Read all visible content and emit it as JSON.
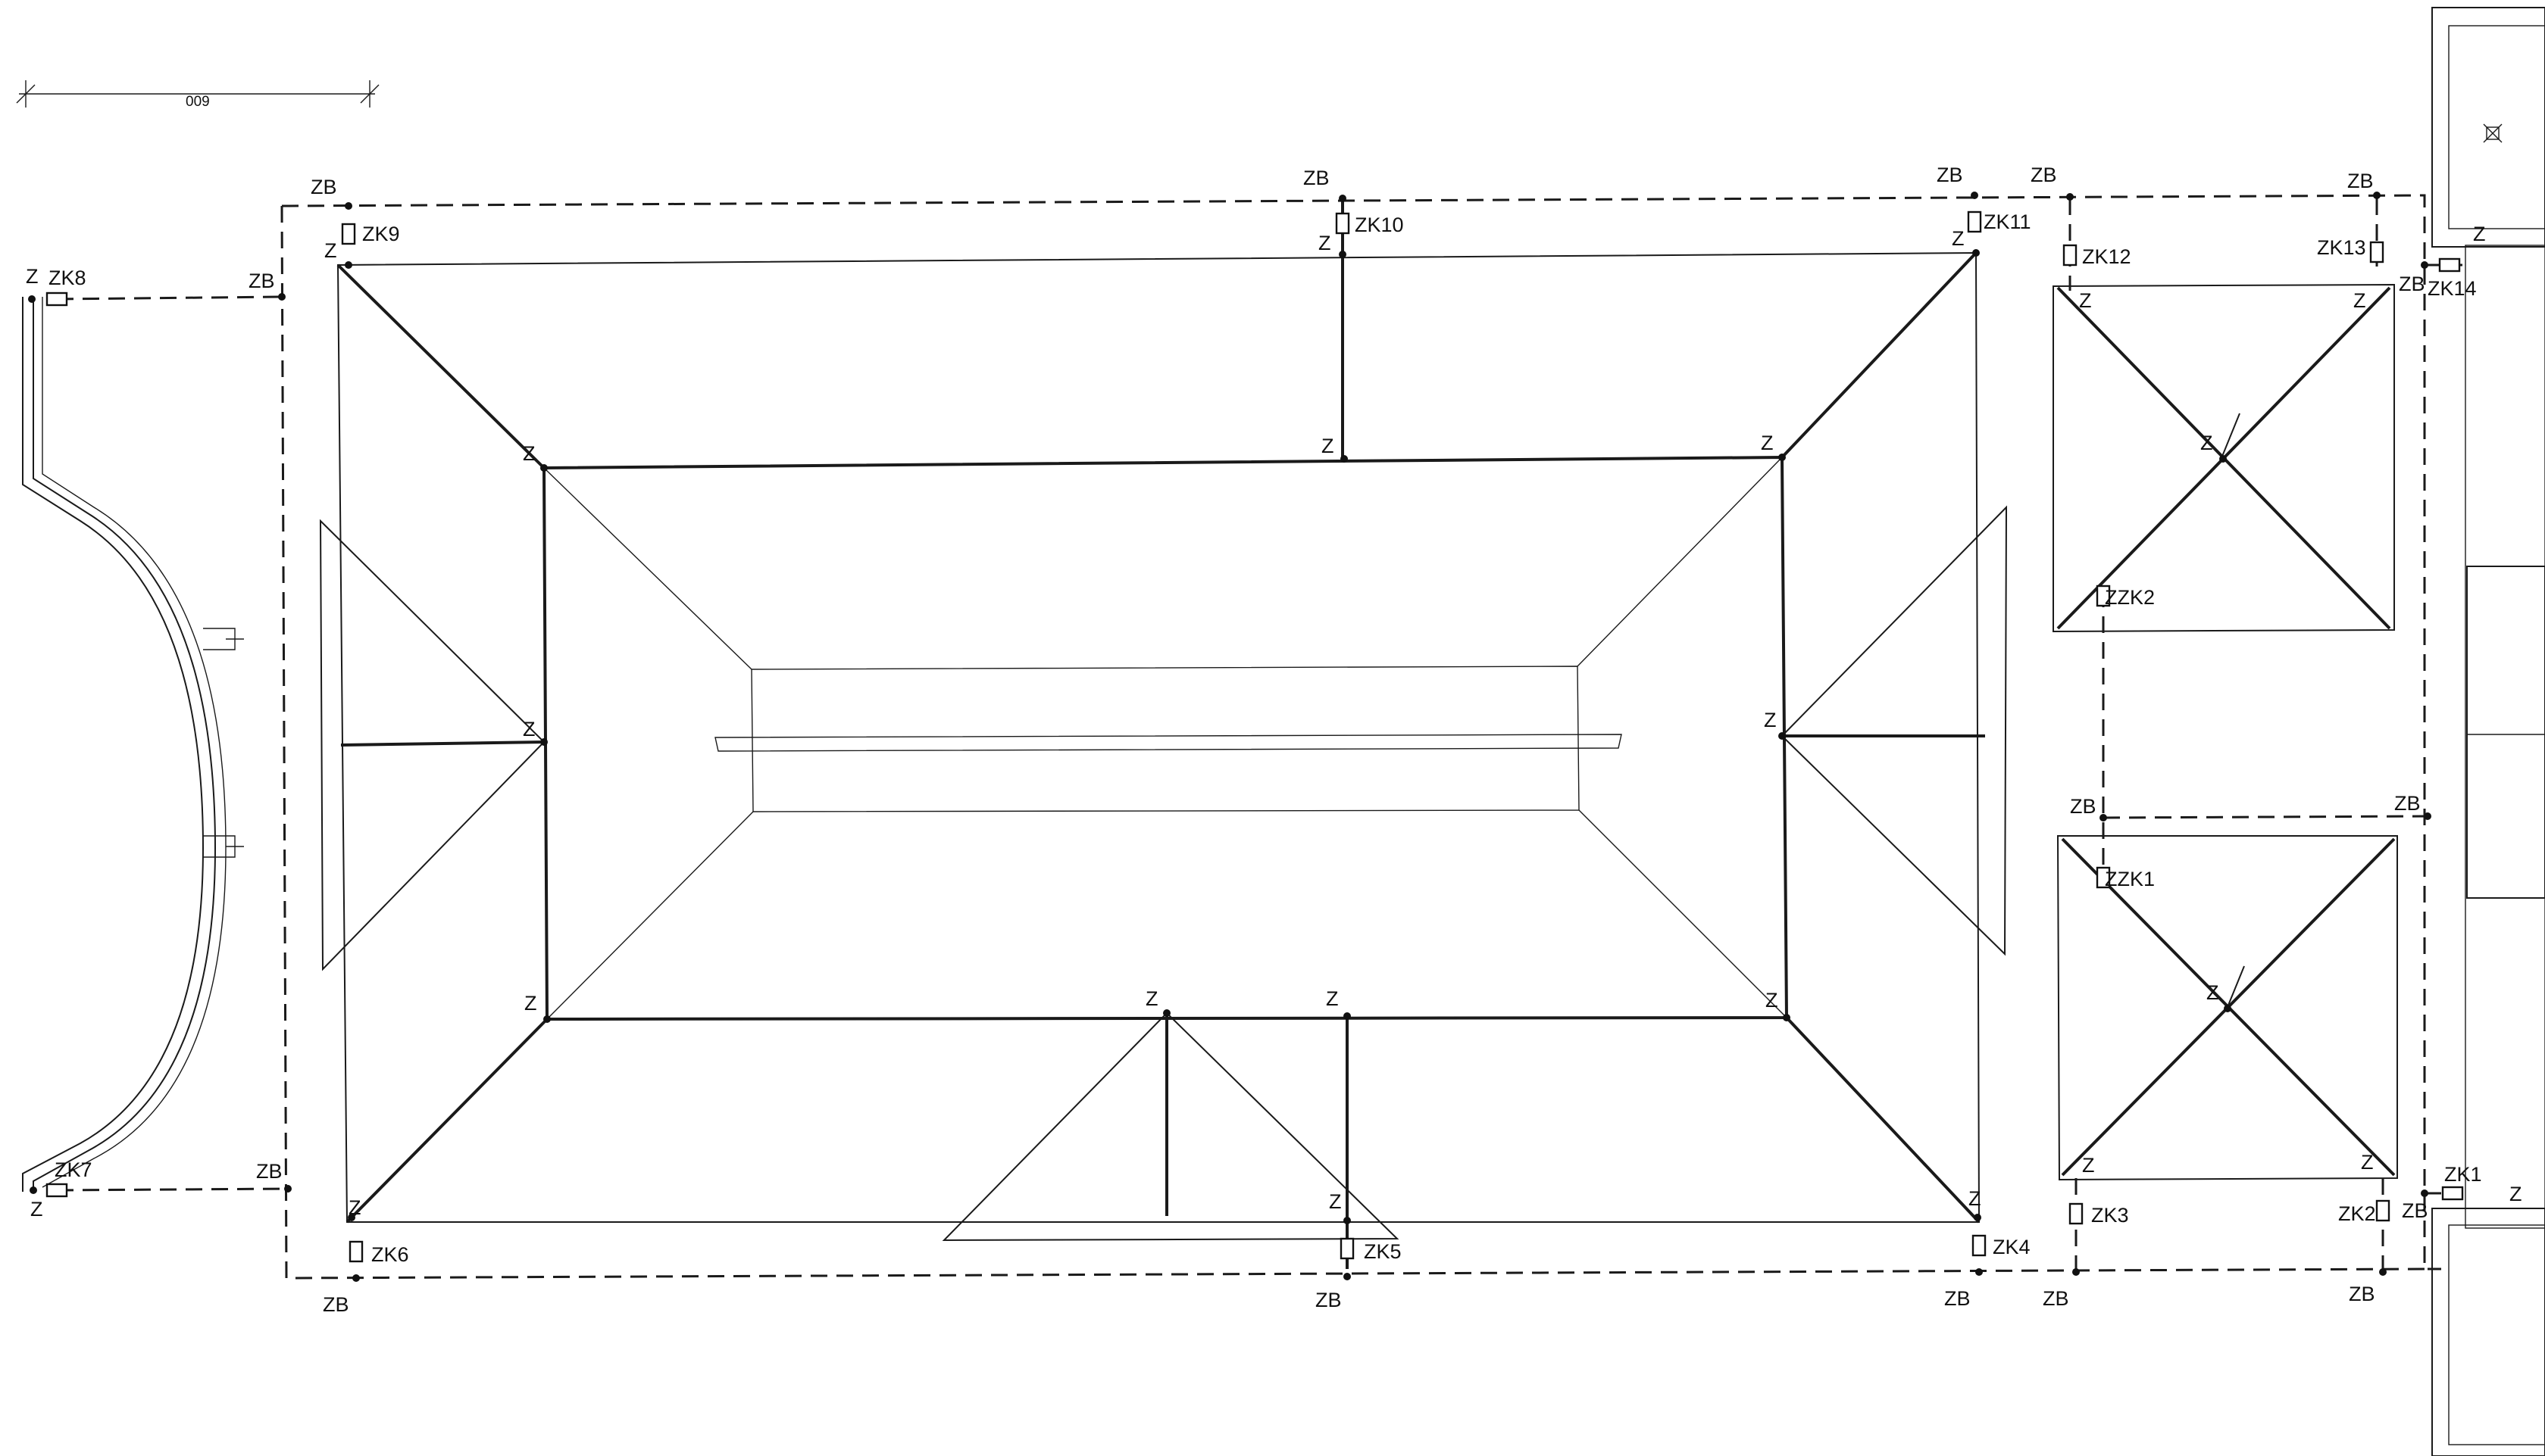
{
  "scale_bar": {
    "label": "009"
  },
  "labels": {
    "zb": "ZB",
    "z": "Z",
    "chimney_connectors": [
      "ZK1",
      "ZK2",
      "ZK3",
      "ZK4",
      "ZK5",
      "ZK6",
      "ZK7",
      "ZK8",
      "ZK9",
      "ZK10",
      "ZK11",
      "ZK12",
      "ZK13",
      "ZK14",
      "ZZK1",
      "ZZK2"
    ]
  },
  "colors": {
    "line": "#1a1a1a",
    "background": "#ffffff"
  }
}
